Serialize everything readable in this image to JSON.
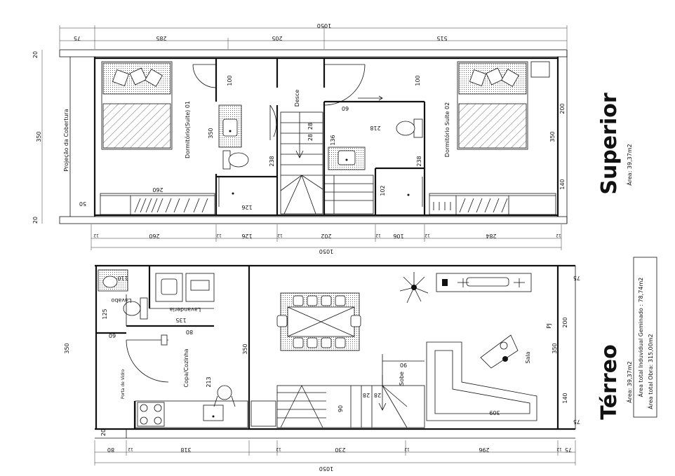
{
  "upper": {
    "title": "Superior",
    "area": "Área: 39,37m2",
    "rooms": {
      "suite1": "Dormitório(Suite) 01",
      "suite2": "Dormitório Suite 02",
      "cobertura": "Projeção da Cobertura",
      "desce": "Desce"
    },
    "dims_top": {
      "total": "1050",
      "a": "75",
      "b": "285",
      "c": "205",
      "d": "515"
    },
    "dims_bottom": {
      "total": "1050",
      "a": "12",
      "b": "260",
      "c": "12",
      "d": "126",
      "e": "12",
      "f": "202",
      "g": "12",
      "h": "106",
      "i": "12",
      "j": "284",
      "k": "12"
    },
    "dims_left": {
      "a": "20",
      "b": "350",
      "c": "20"
    },
    "dims_inner": {
      "d100a": "100",
      "d350a": "350",
      "d238a": "238",
      "d126": "126",
      "d260": "260",
      "d50": "50",
      "d28": "28",
      "d28b": "28",
      "d136": "136",
      "d60": "60",
      "d218": "218",
      "d100b": "100",
      "d238b": "238",
      "d102": "102",
      "d350b": "350",
      "d200": "200",
      "d140": "140"
    }
  },
  "lower": {
    "title": "Térreo",
    "area": "Área: 39,37m2",
    "rooms": {
      "lavabo": "Lavabo",
      "lavanderia": "Lavanderia",
      "copa": "Copa/Cozinha",
      "sala": "Sala",
      "sobe": "Sobe",
      "porta": "Porta de Vidro",
      "pj": "PJ"
    },
    "dims_top": {
      "d75": "75"
    },
    "dims_bottom": {
      "total": "1050",
      "a": "80",
      "b": "12",
      "c": "318",
      "d": "12",
      "e": "230",
      "f": "12",
      "g": "296",
      "h": "12",
      "i": "75"
    },
    "dims_left": {
      "a": "350",
      "b": "20"
    },
    "dims_inner": {
      "d110": "110",
      "d125": "125",
      "d135": "135",
      "d60": "60",
      "d80": "80",
      "d213": "213",
      "d350": "350",
      "d90": "90",
      "d28": "28",
      "d28b": "28",
      "d90b": "90",
      "d309": "309",
      "d200": "200",
      "d350b": "350",
      "d140": "140",
      "d75b": "75"
    }
  },
  "info_box": {
    "line1": "Área total Induvidual Geminado : 78,74m2",
    "line2": "Área total Obra: 315,00m2"
  }
}
